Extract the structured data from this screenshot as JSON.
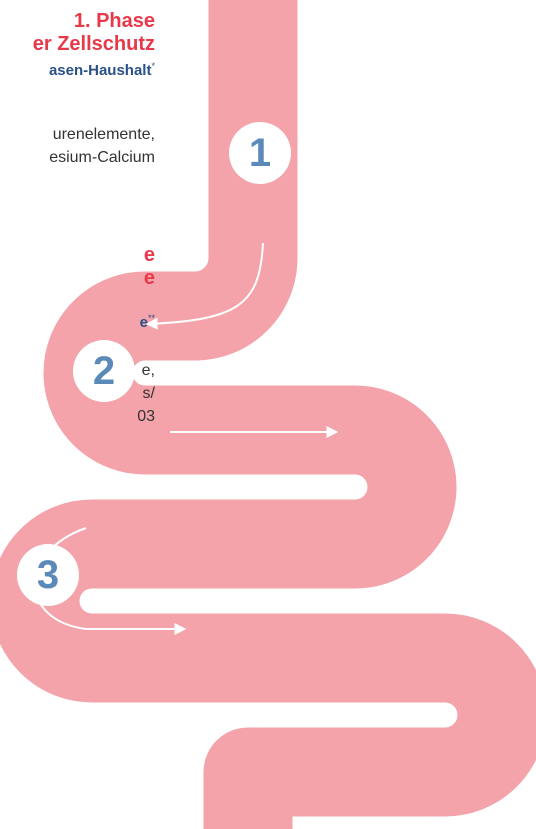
{
  "colors": {
    "tube": "#f4a3aa",
    "heading": "#e8394a",
    "subheading": "#2a5187",
    "step_number": "#5b89b8"
  },
  "phase1": {
    "heading": "1. Phase",
    "title": "er Zellschutz",
    "subtitle": "asen-Haushalt",
    "subtitle_mark": "*",
    "body_lines": [
      "urenelemente,",
      "esium-Calcium"
    ]
  },
  "phase2": {
    "heading_lines": [
      "e",
      "e"
    ],
    "subtitle": "e",
    "subtitle_mark": "**",
    "body_lines": [
      "e,",
      "s/",
      "03"
    ]
  },
  "steps": [
    {
      "label": "1"
    },
    {
      "label": "2"
    },
    {
      "label": "3"
    }
  ]
}
